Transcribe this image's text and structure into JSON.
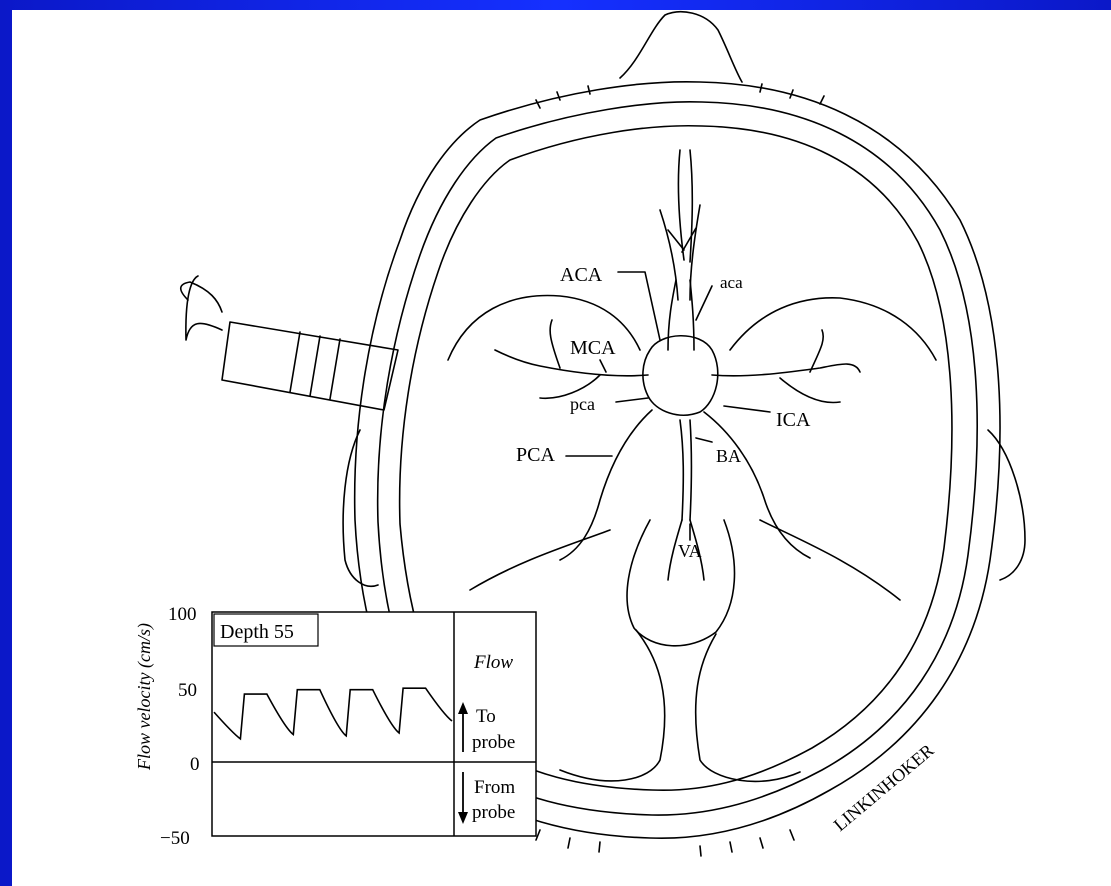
{
  "labels": {
    "ACA": "ACA",
    "aca": "aca",
    "MCA": "MCA",
    "pca": "pca",
    "ICA": "ICA",
    "PCA": "PCA",
    "BA": "BA",
    "VA": "VA"
  },
  "signature": "LINKINHOKER",
  "inset": {
    "depth_label": "Depth 55",
    "ylabel": "Flow velocity (cm/s)",
    "ticks": [
      "100",
      "50",
      "0",
      "−50"
    ],
    "flow_title": "Flow",
    "to_probe_line1": "To",
    "to_probe_line2": "probe",
    "from_probe_line1": "From",
    "from_probe_line2": "probe"
  },
  "chart_data": {
    "type": "line",
    "title": "",
    "xlabel": "",
    "ylabel": "Flow velocity (cm/s)",
    "ylim": [
      -50,
      100
    ],
    "series": [
      {
        "values": [
          33,
          15,
          45,
          18,
          48,
          17,
          48,
          19,
          49,
          27
        ]
      }
    ]
  }
}
